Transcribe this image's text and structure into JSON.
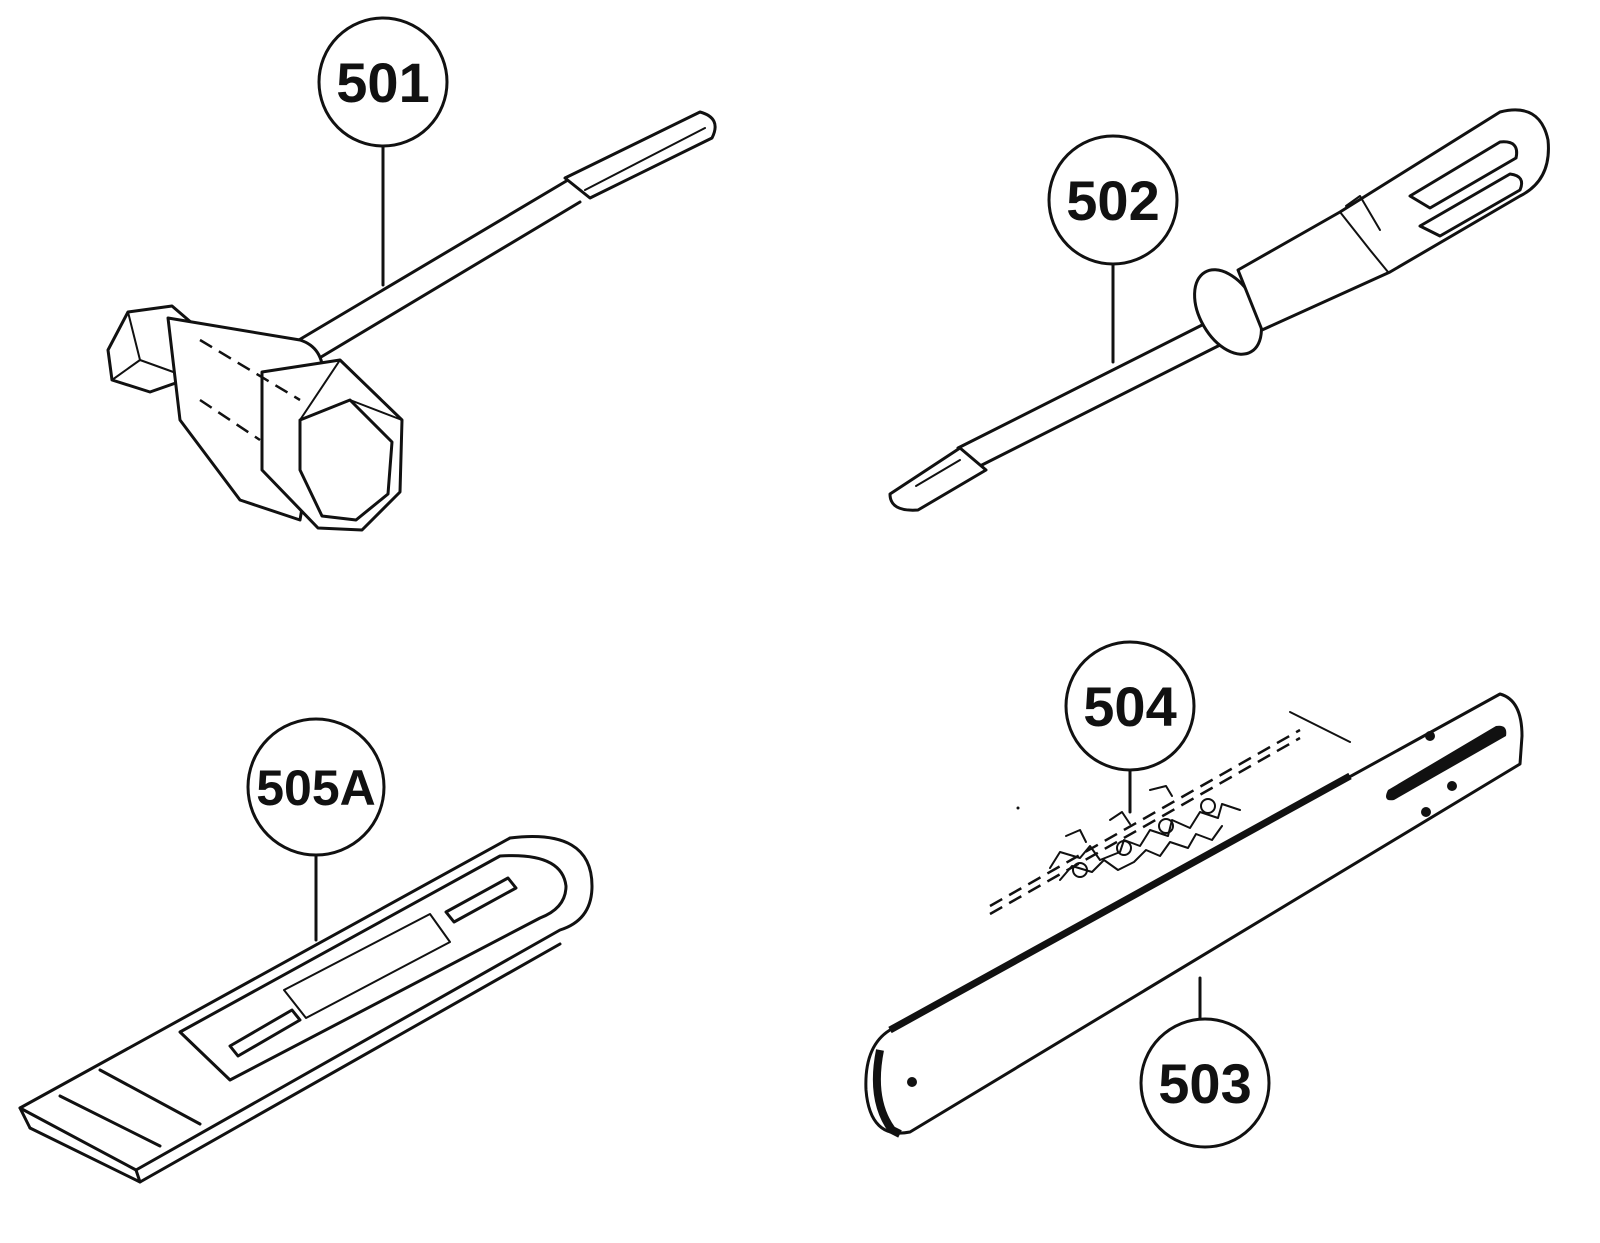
{
  "callouts": {
    "c501": "501",
    "c502": "502",
    "c503": "503",
    "c504": "504",
    "c505a": "505A"
  },
  "parts": {
    "p501": "combination-wrench-icon",
    "p502": "screwdriver-icon",
    "p503": "guide-bar-icon",
    "p504": "saw-chain-icon",
    "p505a": "bar-cover-icon"
  },
  "colors": {
    "ink": "#111111",
    "background": "#ffffff"
  }
}
